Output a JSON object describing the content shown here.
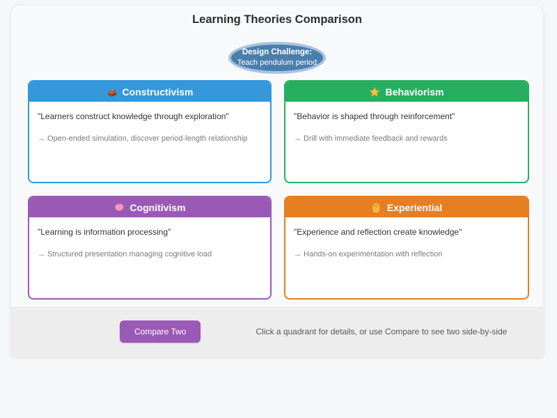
{
  "page": {
    "title": "Learning Theories Comparison"
  },
  "challenge": {
    "label": "Design Challenge:",
    "text": "Teach pendulum period",
    "fill_color": "#4a7ead",
    "ring_color": "#a9c2e1"
  },
  "quadrants": [
    {
      "name": "Constructivism",
      "icon": "brick-icon",
      "color": "#3498db",
      "quote": "\"Learners construct knowledge through exploration\"",
      "approach": "→ Open-ended simulation, discover period-length relationship"
    },
    {
      "name": "Behaviorism",
      "icon": "star-icon",
      "color": "#27ae60",
      "quote": "\"Behavior is shaped through reinforcement\"",
      "approach": "→ Drill with immediate feedback and rewards"
    },
    {
      "name": "Cognitivism",
      "icon": "brain-icon",
      "color": "#9b59b6",
      "quote": "\"Learning is information processing\"",
      "approach": "→ Structured presentation managing cognitive load"
    },
    {
      "name": "Experiential",
      "icon": "hand-icon",
      "color": "#e67e22",
      "quote": "\"Experience and reflection create knowledge\"",
      "approach": "→ Hands-on experimentation with reflection"
    }
  ],
  "footer": {
    "compare_button": "Compare Two",
    "button_color": "#9b59b6",
    "hint": "Click a quadrant for details, or use Compare to see two side-by-side"
  }
}
